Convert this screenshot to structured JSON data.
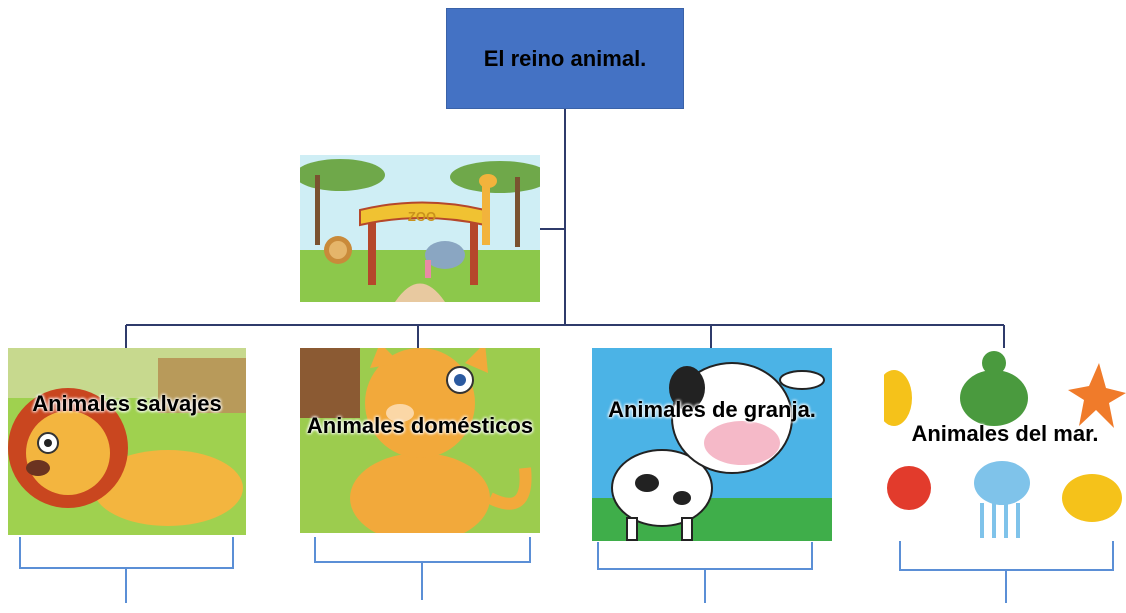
{
  "root": {
    "title": "El reino animal."
  },
  "categories": [
    {
      "label": "Animales salvajes"
    },
    {
      "label": "Animales domésticos"
    },
    {
      "label": "Animales de granja."
    },
    {
      "label": "Animales del mar."
    }
  ],
  "colors": {
    "root_fill": "#4472c4",
    "connector": "#2f3b6b",
    "bracket": "#5b8fd6"
  }
}
